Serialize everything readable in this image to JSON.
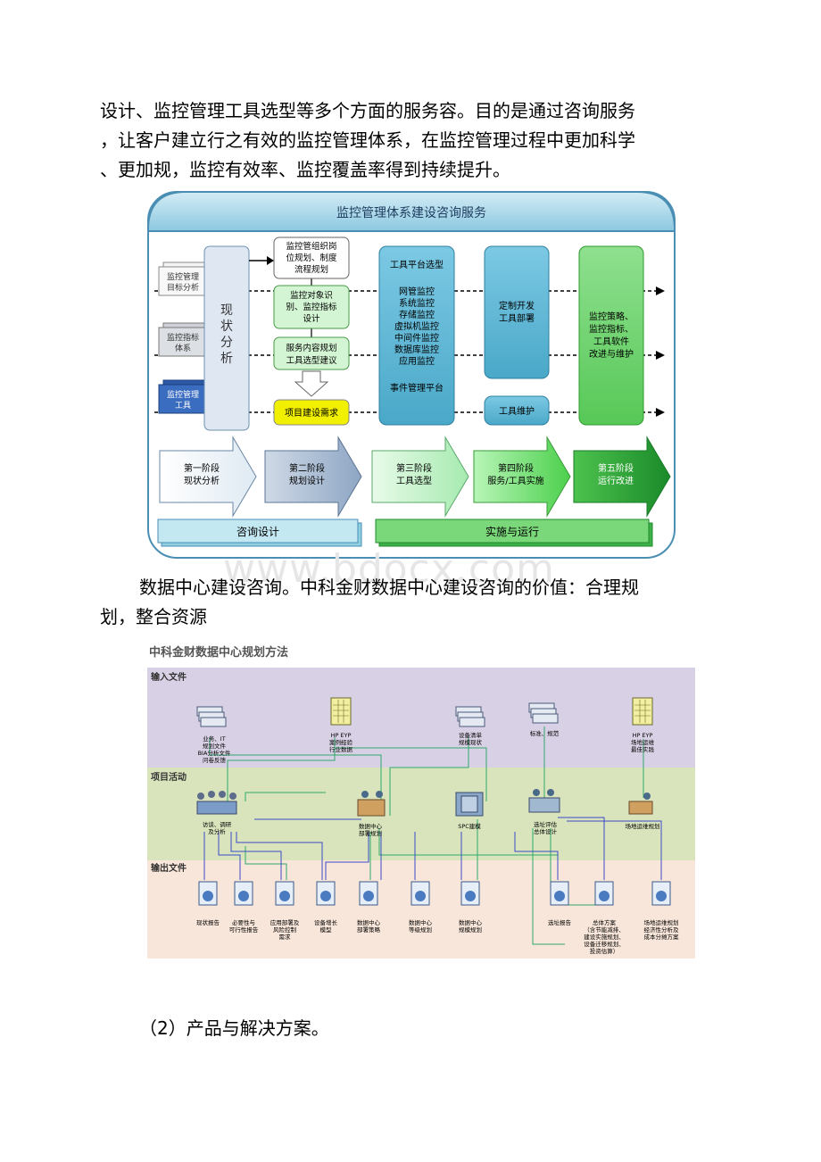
{
  "intro_lines": [
    "设计、监控管理工具选型等多个方面的服务容。目的是通过咨询服务",
    "，让客户建立行之有效的监控管理体系，在监控管理过程中更加科学",
    "、更加规，监控有效率、监控覆盖率得到持续提升。"
  ],
  "watermark": "www.bdocx.com",
  "fig1": {
    "title": "监控管理体系建设咨询服务",
    "inputs": [
      [
        "监控管理",
        "目标分析"
      ],
      [
        "监控指标",
        "体系"
      ],
      [
        "监控管理",
        "工具"
      ]
    ],
    "status_analysis": "现状分析",
    "col2": [
      [
        "监控管组织岗",
        "位规划、制度",
        "流程规划"
      ],
      [
        "监控对象识",
        "别、监控指标",
        "设计"
      ],
      [
        "服务内容规划",
        "工具选型建议"
      ],
      [
        "项目建设需求"
      ]
    ],
    "col3": [
      "工具平台选型",
      "网管监控",
      "系统监控",
      "存储监控",
      "虚拟机监控",
      "中间件监控",
      "数据库监控",
      "应用监控",
      "事件管理平台"
    ],
    "col4_top": [
      "定制开发",
      "工具部署"
    ],
    "col4_bottom": "工具维护",
    "col5": [
      "监控策略、",
      "监控指标、",
      "工具软件",
      "改进与维护"
    ],
    "stages": [
      [
        "第一阶段",
        "现状分析"
      ],
      [
        "第二阶段",
        "规划设计"
      ],
      [
        "第三阶段",
        "工具选型"
      ],
      [
        "第四阶段",
        "服务/工具实施"
      ],
      [
        "第五阶段",
        "运行改进"
      ]
    ],
    "bottom_left": "咨询设计",
    "bottom_right": "实施与运行",
    "colors": {
      "teal": "#4aa8c8",
      "green": "#2fa84a",
      "yellow": "#f0f000",
      "blue": "#3a64b4"
    }
  },
  "para2_lines": [
    "数据中心建设咨询。中科金财数据中心建设咨询的价值：合理规",
    "划，整合资源"
  ],
  "fig2": {
    "title": "中科金财数据中心规划方法",
    "band_labels": [
      "输入文件",
      "项目活动",
      "输出文件"
    ],
    "inputs": [
      [
        "业务、IT",
        "规划文件",
        "BIA分析文件",
        "问卷反馈"
      ],
      [
        "HP EYP",
        "案例经验",
        "行业数据"
      ],
      [
        "设备清单",
        "规模现状"
      ],
      [
        "标准、规范"
      ],
      [
        "HP EYP",
        "场地运维",
        "最佳实践"
      ]
    ],
    "activities": [
      [
        "访谈、调研",
        "及分析"
      ],
      [
        "数据中心",
        "部署规划"
      ],
      [
        "SPC建模"
      ],
      [
        "选址评估",
        "总体设计"
      ],
      [
        "场地运维规划"
      ]
    ],
    "outputs": [
      [
        "现状报告"
      ],
      [
        "必要性与",
        "可行性报告"
      ],
      [
        "应用部署及",
        "风险控制",
        "需求"
      ],
      [
        "设备增长",
        "模型"
      ],
      [
        "数据中心",
        "部署策略"
      ],
      [
        "数据中心",
        "等级规划"
      ],
      [
        "数据中心",
        "规模规划"
      ],
      [
        "选址报告"
      ],
      [
        "总体方案",
        "（含节能减排、",
        "建设实施规划、",
        "设备迁移规划、",
        "投资估算）"
      ],
      [
        "场地运维规划",
        "经济性分析及",
        "成本分摊方案"
      ]
    ],
    "colors": {
      "input_band": "#d8d0e4",
      "activity_band": "#d9e4bd",
      "output_band": "#f8e6da"
    }
  },
  "section_heading": "（2）产品与解决方案。"
}
